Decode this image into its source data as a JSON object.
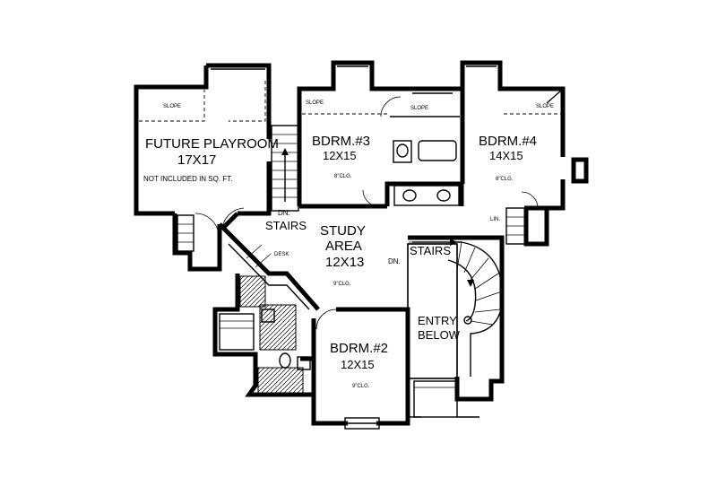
{
  "rooms": {
    "playroom": {
      "name": "FUTURE PLAYROOM",
      "size": "17X17",
      "note": "NOT INCLUDED IN SQ. FT.",
      "slope": "SLOPE"
    },
    "bdrm3": {
      "name": "BDRM.#3",
      "size": "12X15",
      "ceiling": "8\"CLG.",
      "slope": "SLOPE",
      "slope2": "SLOPE"
    },
    "bdrm4": {
      "name": "BDRM.#4",
      "size": "14X15",
      "ceiling": "8\"CLG.",
      "slope": "SLOPE"
    },
    "study": {
      "name1": "STUDY",
      "name2": "AREA",
      "size": "12X13",
      "ceiling": "9\"CLG.",
      "desk": "DESK"
    },
    "bdrm2": {
      "name": "BDRM.#2",
      "size": "12X15",
      "ceiling": "9\"CLG."
    },
    "entry": {
      "line1": "ENTRY",
      "line2": "BELOW"
    }
  },
  "labels": {
    "dn_left": "DN.",
    "stairs_left": "STAIRS",
    "stairs_right": "STAIRS",
    "dn_right": "DN.",
    "lin": "LIN."
  }
}
